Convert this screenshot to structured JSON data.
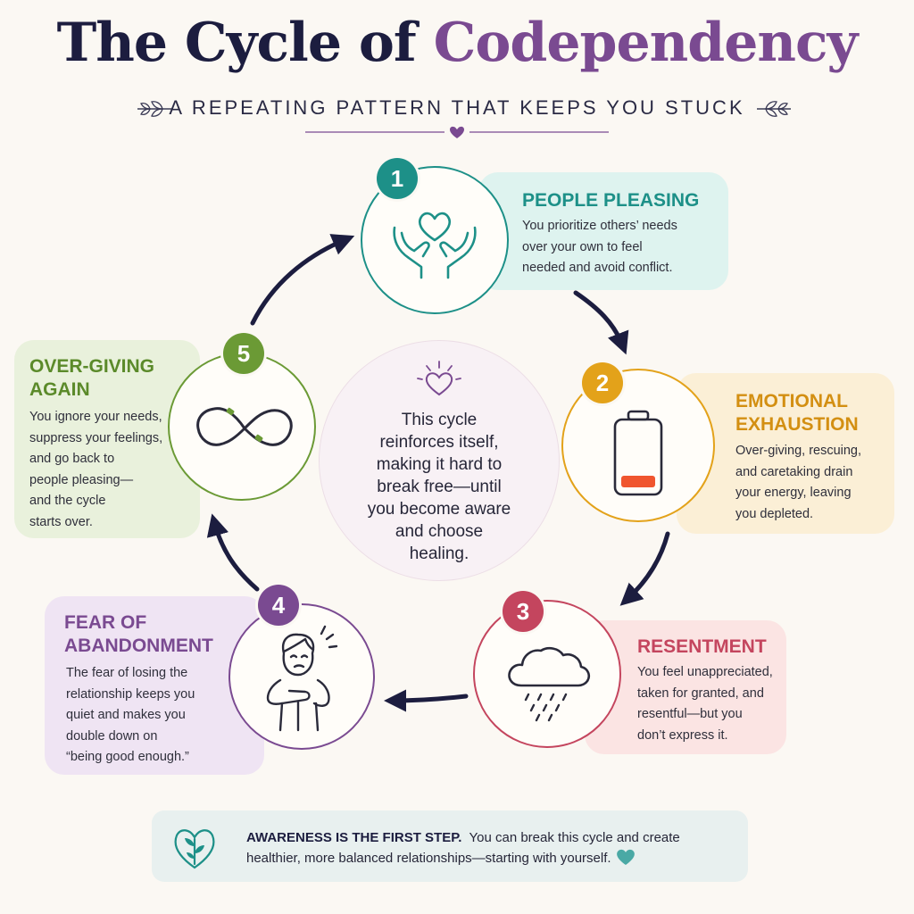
{
  "header": {
    "title_part1": "The Cycle of ",
    "title_part2": "Codependency",
    "subtitle": "A REPEATING PATTERN THAT KEEPS YOU STUCK"
  },
  "colors": {
    "title_dark": "#1c1d3f",
    "title_accent": "#7a4a91",
    "arrow": "#1c1d3f",
    "teal": "#1d9088",
    "amber": "#e3a21a",
    "rose": "#c4455e",
    "purple": "#7a4a91",
    "green": "#6b9a35"
  },
  "steps": [
    {
      "number": "1",
      "title_lines": [
        "PEOPLE PLEASING"
      ],
      "desc_lines": [
        "You prioritize others’ needs",
        "over your own to feel",
        "needed and avoid conflict."
      ],
      "icon": "hands-heart-icon"
    },
    {
      "number": "2",
      "title_lines": [
        "EMOTIONAL",
        "EXHAUSTION"
      ],
      "desc_lines": [
        "Over-giving, rescuing,",
        "and caretaking drain",
        "your energy, leaving",
        "you depleted."
      ],
      "icon": "low-battery-icon"
    },
    {
      "number": "3",
      "title_lines": [
        "RESENTMENT"
      ],
      "desc_lines": [
        "You feel unappreciated,",
        "taken for granted, and",
        "resentful—but you",
        "don’t express it."
      ],
      "icon": "rain-cloud-icon"
    },
    {
      "number": "4",
      "title_lines": [
        "FEAR OF",
        "ABANDONMENT"
      ],
      "desc_lines": [
        "The fear of losing the",
        "relationship keeps you",
        "quiet and makes you",
        "double down on",
        "“being good enough.”"
      ],
      "icon": "worried-person-icon"
    },
    {
      "number": "5",
      "title_lines": [
        "OVER-GIVING",
        "AGAIN"
      ],
      "desc_lines": [
        "You ignore your needs,",
        "suppress your feelings,",
        "and go back to",
        "people pleasing—",
        "and the cycle",
        "starts over."
      ],
      "icon": "infinity-loop-icon"
    }
  ],
  "center": {
    "icon": "sparkle-heart-icon",
    "lines": [
      "This cycle",
      "reinforces itself,",
      "making it hard to",
      "break free—until",
      "you become aware",
      "and choose",
      "healing."
    ]
  },
  "banner": {
    "icon": "sprout-heart-icon",
    "lead": "AWARENESS IS THE FIRST STEP.",
    "line1_rest": "  You can break this cycle and create",
    "line2": "healthier, more balanced relationships—starting with yourself."
  }
}
